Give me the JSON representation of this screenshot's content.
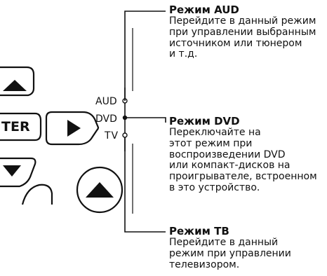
{
  "modes": {
    "aud": {
      "title": "Режим AUD",
      "description": "Перейдите в данный режим\nпри управлении выбранным\nисточником или тюнером\nи т.д."
    },
    "dvd": {
      "title": "Режим DVD",
      "description": "Переключайте на\nэтот режим при\nвоспроизведении DVD\nили компакт-дисков на\nпроигрывателе, встроенном\nв это устройство."
    },
    "tv": {
      "title": "Режим ТВ",
      "description": "Перейдите в данный\nрежим при управлении\nтелевизором."
    }
  },
  "switch_labels": {
    "aud": "AUD",
    "dvd": "DVD",
    "tv": "TV"
  },
  "remote": {
    "enter_label": "TER"
  },
  "colors": {
    "line": "#111111",
    "text": "#111111",
    "background": "#ffffff"
  }
}
